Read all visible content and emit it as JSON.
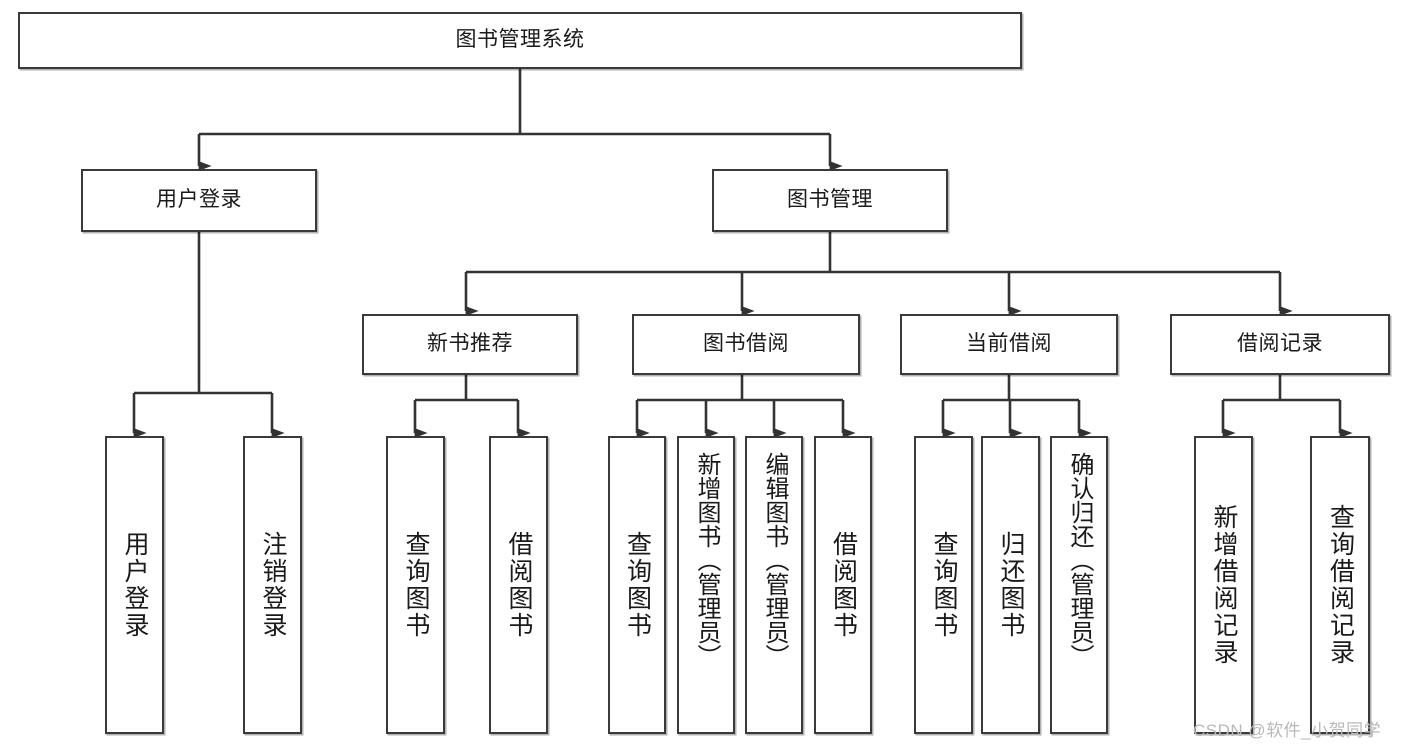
{
  "diagram": {
    "title": "图书管理系统",
    "type": "tree-hierarchy-diagram",
    "colors": {
      "box_stroke": "#3a3a3a",
      "box_fill": "#ffffff",
      "connector": "#333333",
      "text": "#1a1a1a",
      "watermark": "#b9b9b9"
    },
    "nodes": {
      "root": {
        "label": "图书管理系统"
      },
      "level2": [
        {
          "id": "user-login",
          "label": "用户登录"
        },
        {
          "id": "book-management",
          "label": "图书管理"
        }
      ],
      "level3": [
        {
          "id": "new-book-recommend",
          "label": "新书推荐"
        },
        {
          "id": "book-borrow",
          "label": "图书借阅"
        },
        {
          "id": "current-borrow",
          "label": "当前借阅"
        },
        {
          "id": "borrow-record",
          "label": "借阅记录"
        }
      ],
      "leaves": {
        "user-login": [
          {
            "id": "leaf-user-login",
            "label": "用户登录"
          },
          {
            "id": "leaf-logout-login",
            "label": "注销登录"
          }
        ],
        "new-book-recommend": [
          {
            "id": "leaf-query-book-1",
            "label": "查询图书"
          },
          {
            "id": "leaf-borrow-book-1",
            "label": "借阅图书"
          }
        ],
        "book-borrow": [
          {
            "id": "leaf-query-book-2",
            "label": "查询图书"
          },
          {
            "id": "leaf-add-book",
            "label": "新增图书（管理员）"
          },
          {
            "id": "leaf-edit-book",
            "label": "编辑图书（管理员）"
          },
          {
            "id": "leaf-borrow-book-2",
            "label": "借阅图书"
          }
        ],
        "current-borrow": [
          {
            "id": "leaf-query-book-3",
            "label": "查询图书"
          },
          {
            "id": "leaf-return-book",
            "label": "归还图书"
          },
          {
            "id": "leaf-confirm-return",
            "label": "确认归还（管理员）"
          }
        ],
        "borrow-record": [
          {
            "id": "leaf-add-record",
            "label": "新增借阅记录"
          },
          {
            "id": "leaf-query-record",
            "label": "查询借阅记录"
          }
        ]
      }
    },
    "watermark": "CSDN @软件_小贺同学"
  }
}
